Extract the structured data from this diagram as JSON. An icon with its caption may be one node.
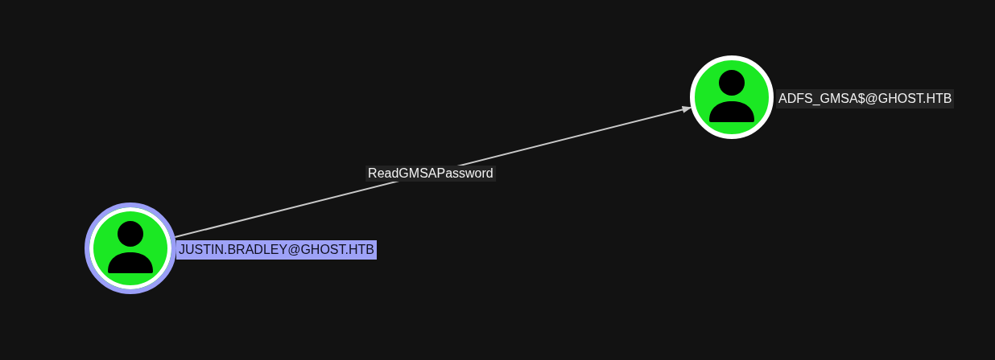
{
  "diagram": {
    "nodes": [
      {
        "text": [
          "JUSTIN.BRADLEY@GHOST.HTB"
        ]
      },
      {
        "text": [
          "ADFS_GMSA$@GHOST.HTB"
        ]
      }
    ],
    "edges": [
      {
        "from": 0,
        "to": 1,
        "arrow": "to",
        "label": "ReadGMSAPassword"
      }
    ]
  }
}
